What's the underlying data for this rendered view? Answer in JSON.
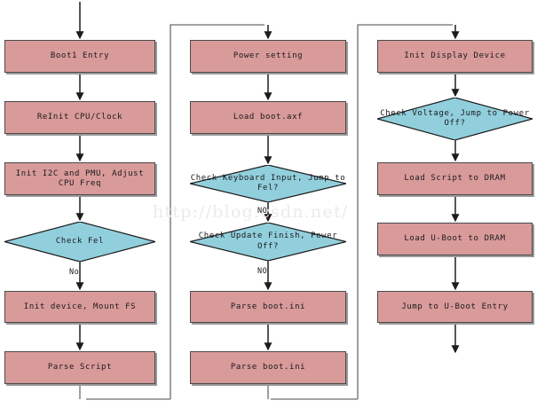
{
  "diagram": {
    "title": "Boot flow chart",
    "watermark": "http://blog.csdn.net/",
    "colors": {
      "process_fill": "#d99a9a",
      "decision_fill": "#92cfdd",
      "stroke": "#4a4a4a",
      "shadow": "#9a9a9a",
      "background": "#ffffff",
      "watermark_text": "#ebebeb"
    },
    "columns": [
      {
        "name": "boot1-stage",
        "nodes": [
          {
            "id": "boot1-entry",
            "type": "process",
            "label": "Boot1 Entry"
          },
          {
            "id": "reinit-cpu-clock",
            "type": "process",
            "label": "ReInit CPU/Clock"
          },
          {
            "id": "init-i2c-pmu",
            "type": "process",
            "label": "Init I2C and PMU, Adjust CPU Freq"
          },
          {
            "id": "check-fel",
            "type": "decision",
            "label": "Check Fel"
          },
          {
            "id": "init-device-mount-fs",
            "type": "process",
            "label": "Init device, Mount FS"
          },
          {
            "id": "parse-script",
            "type": "process",
            "label": "Parse Script"
          }
        ],
        "edge_labels": [
          {
            "id": "check-fel-no",
            "label": "No"
          }
        ]
      },
      {
        "name": "boot-axf-stage",
        "nodes": [
          {
            "id": "power-setting",
            "type": "process",
            "label": "Power setting"
          },
          {
            "id": "load-boot-axf",
            "type": "process",
            "label": "Load boot.axf"
          },
          {
            "id": "check-keyboard-input",
            "type": "decision",
            "label": "Check Keyboard Input, Jump to Fel?"
          },
          {
            "id": "check-update-finish",
            "type": "decision",
            "label": "Check Update Finish, Power Off?"
          },
          {
            "id": "parse-boot-ini-1",
            "type": "process",
            "label": "Parse boot.ini"
          },
          {
            "id": "parse-boot-ini-2",
            "type": "process",
            "label": "Parse boot.ini"
          }
        ],
        "edge_labels": [
          {
            "id": "check-keyboard-input-no",
            "label": "NO"
          },
          {
            "id": "check-update-finish-no",
            "label": "NO"
          }
        ]
      },
      {
        "name": "uboot-stage",
        "nodes": [
          {
            "id": "init-display-device",
            "type": "process",
            "label": "Init Display Device"
          },
          {
            "id": "check-voltage",
            "type": "decision",
            "label": "Check Voltage, Jump to Power Off?"
          },
          {
            "id": "load-script-to-dram",
            "type": "process",
            "label": "Load Script to DRAM"
          },
          {
            "id": "load-uboot-to-dram",
            "type": "process",
            "label": "Load U-Boot to DRAM"
          },
          {
            "id": "jump-to-uboot-entry",
            "type": "process",
            "label": "Jump to U-Boot Entry"
          }
        ],
        "edge_labels": []
      }
    ]
  }
}
